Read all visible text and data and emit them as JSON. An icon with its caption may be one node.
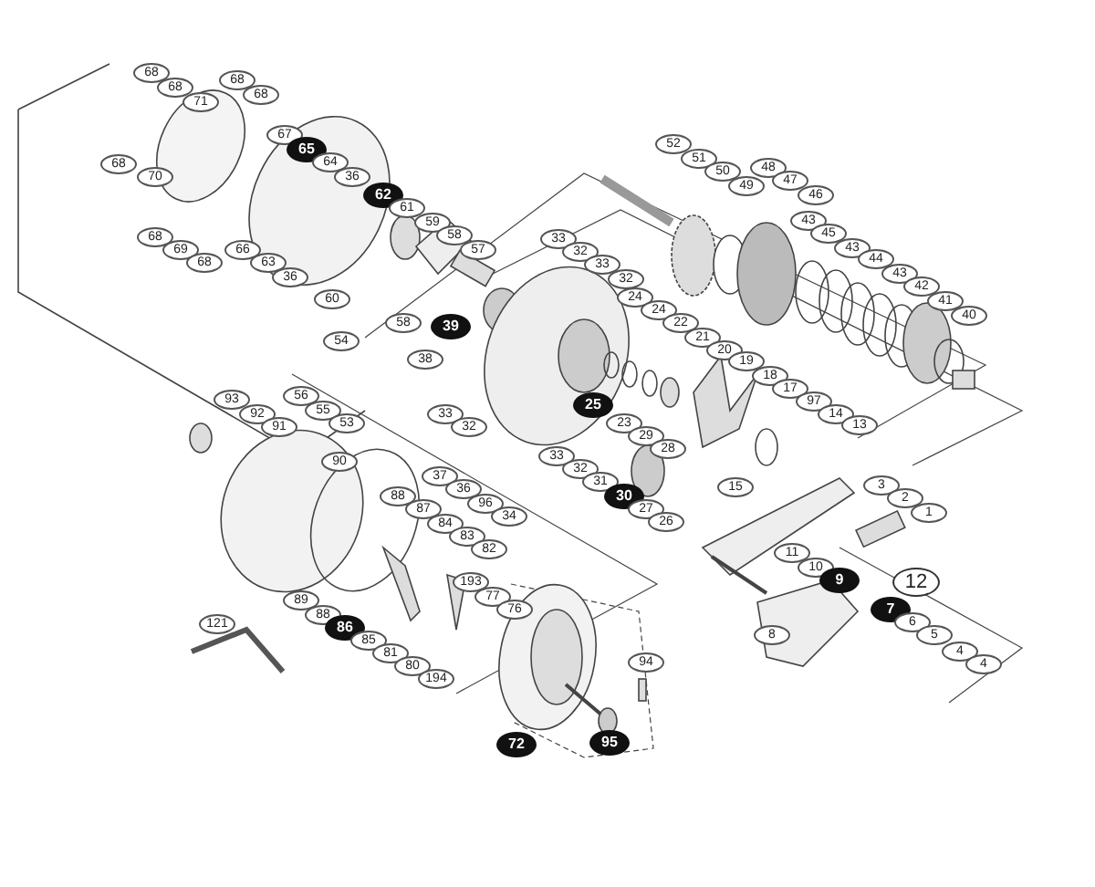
{
  "diagram": {
    "labels": [
      "68",
      "68",
      "71",
      "68",
      "68",
      "67",
      "65",
      "64",
      "36",
      "68",
      "70",
      "62",
      "61",
      "59",
      "58",
      "57",
      "68",
      "69",
      "68",
      "66",
      "63",
      "36",
      "60",
      "58",
      "39",
      "54",
      "38",
      "52",
      "51",
      "50",
      "49",
      "48",
      "47",
      "46",
      "43",
      "45",
      "43",
      "44",
      "43",
      "42",
      "41",
      "40",
      "33",
      "32",
      "33",
      "32",
      "24",
      "24",
      "22",
      "21",
      "20",
      "19",
      "18",
      "17",
      "97",
      "14",
      "13",
      "25",
      "56",
      "55",
      "53",
      "93",
      "92",
      "91",
      "33",
      "32",
      "23",
      "29",
      "28",
      "33",
      "32",
      "31",
      "30",
      "27",
      "26",
      "15",
      "3",
      "2",
      "1",
      "90",
      "37",
      "36",
      "96",
      "34",
      "88",
      "87",
      "84",
      "83",
      "82",
      "193",
      "77",
      "76",
      "89",
      "88",
      "86",
      "85",
      "81",
      "80",
      "194",
      "121",
      "11",
      "10",
      "9",
      "12",
      "7",
      "6",
      "5",
      "4",
      "4",
      "8",
      "94",
      "72",
      "95"
    ]
  }
}
